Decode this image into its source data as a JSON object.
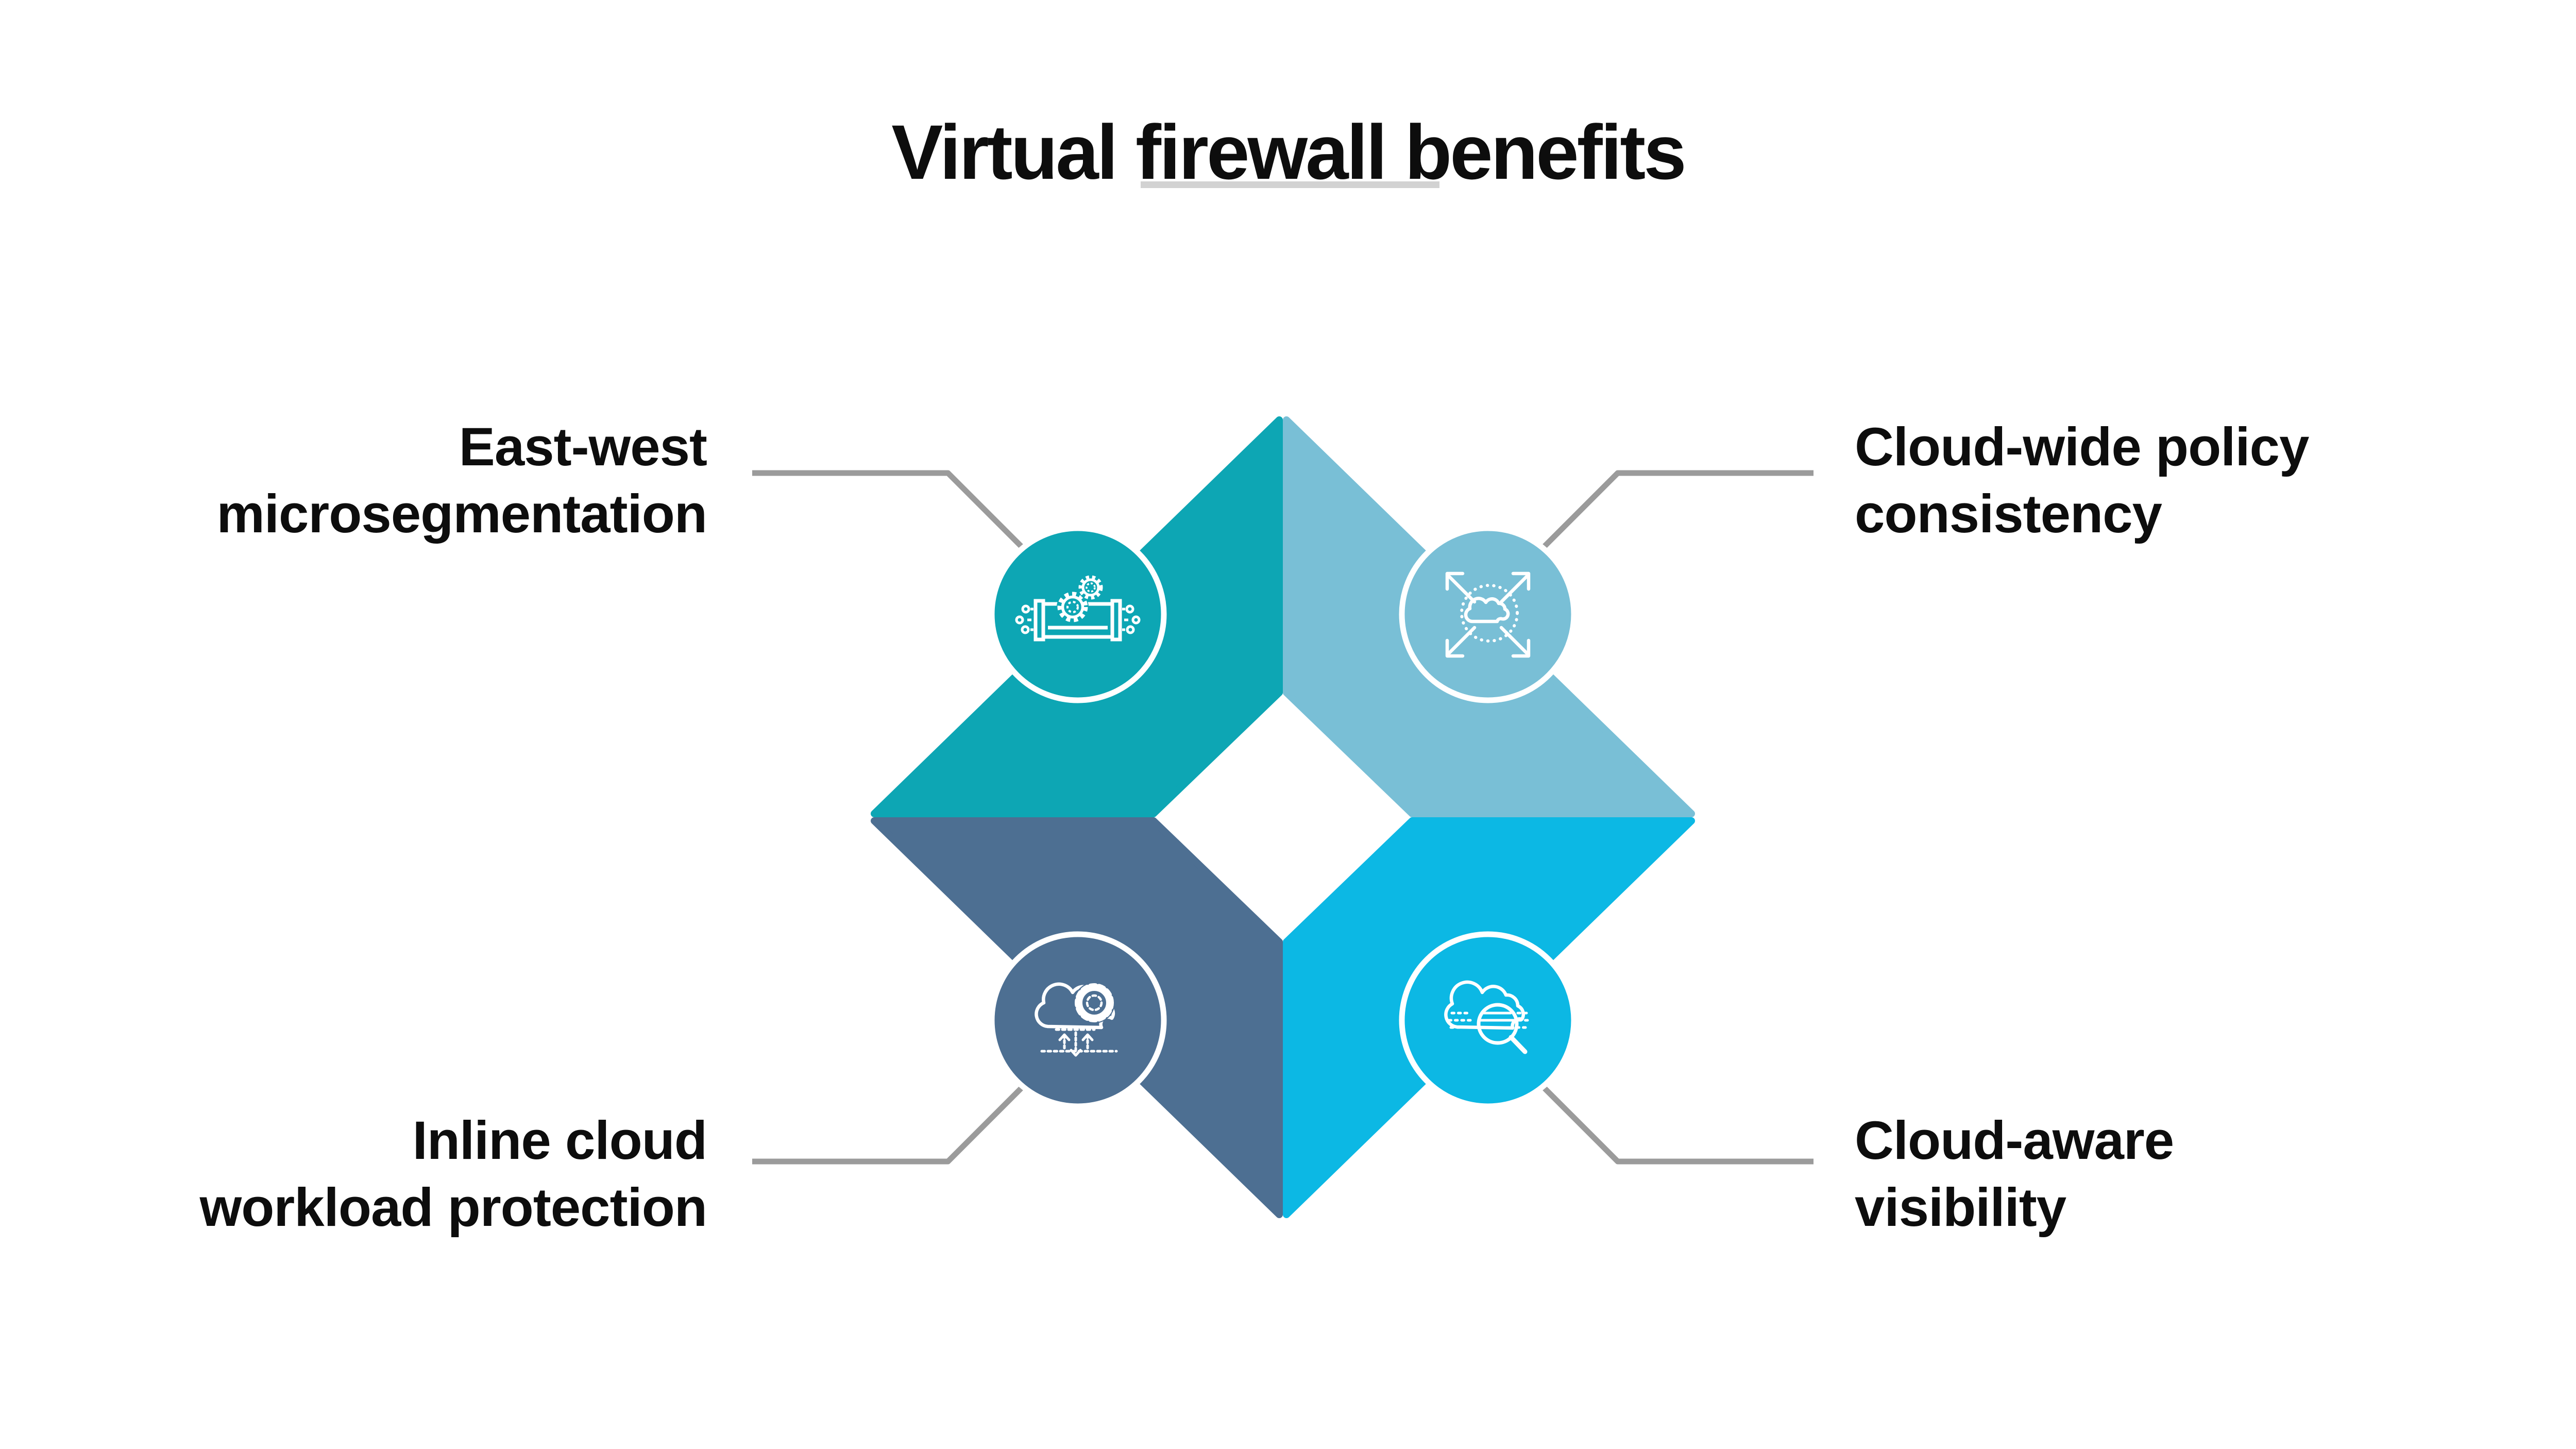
{
  "title": "Virtual firewall benefits",
  "colors": {
    "teal": "#0da6b4",
    "light_blue": "#79bfd6",
    "slate_blue": "#4d6f92",
    "cyan": "#0cb8e4",
    "connector_gray": "#9b9b9b",
    "divider_gray": "#d2d2d2",
    "icon_white": "#ffffff",
    "text_black": "#0d0d0d"
  },
  "benefits": [
    {
      "position": "top-left",
      "color": "#0da6b4",
      "icon": "pipe-microsegmentation-icon",
      "label": {
        "line1": "East-west",
        "line2": "microsegmentation"
      }
    },
    {
      "position": "top-right",
      "color": "#79bfd6",
      "icon": "cloud-expand-arrows-icon",
      "label": {
        "line1": "Cloud-wide policy",
        "line2": "consistency"
      }
    },
    {
      "position": "bottom-left",
      "color": "#4d6f92",
      "icon": "cloud-gear-sync-icon",
      "label": {
        "line1": "Inline cloud",
        "line2": "workload protection"
      }
    },
    {
      "position": "bottom-right",
      "color": "#0cb8e4",
      "icon": "cloud-magnifier-icon",
      "label": {
        "line1": "Cloud-aware",
        "line2": "visibility"
      }
    }
  ]
}
